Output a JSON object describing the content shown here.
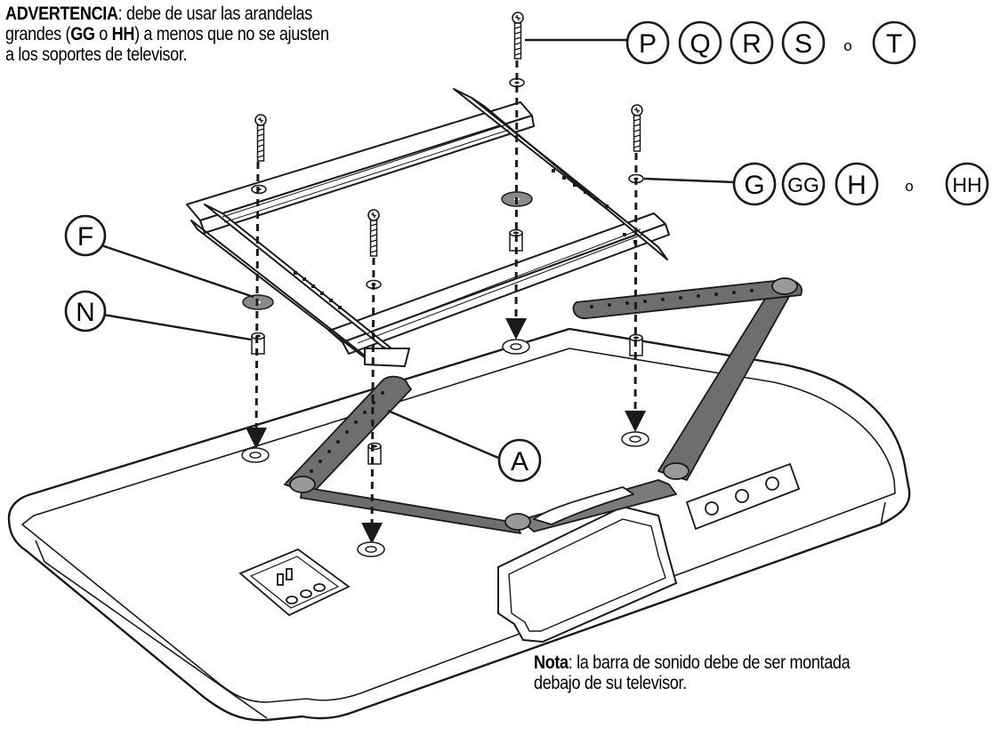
{
  "warning": {
    "bold_lead": "ADVERTENCIA",
    "text_1": ": debe de usar las arandelas",
    "text_2": "grandes (",
    "bold_gg": "GG",
    "conj_1": " o ",
    "bold_hh": "HH",
    "text_3": ") a menos que no se ajusten",
    "text_4": "a los soportes de televisor."
  },
  "note": {
    "bold_lead": "Nota",
    "text_1": ": la barra de sonido debe de ser montada",
    "text_2": "debajo de su televisor."
  },
  "callouts": {
    "screws": {
      "letters": [
        "P",
        "Q",
        "R",
        "S",
        "T"
      ],
      "separator": "o"
    },
    "washers": {
      "letters": [
        "G",
        "GG",
        "H",
        "HH"
      ],
      "separator": "o"
    },
    "spacer_washer": "F",
    "spacer": "N",
    "soundbar_arm": "A"
  },
  "colors": {
    "line": "#1a1a1a",
    "washer_gray": "#8a8a8a",
    "arm_fill": "#6e6e6e",
    "plate_fill": "#7a7a7a"
  }
}
